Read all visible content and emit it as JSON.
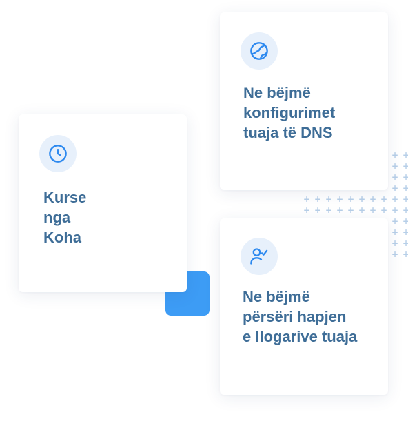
{
  "colors": {
    "accent": "#3d9cf5",
    "title": "#3e6d97",
    "icon": "#2d89ef",
    "icon_bg": "#e7f0fb",
    "dots": "#b7cfe8"
  },
  "cards": [
    {
      "id": "course-time",
      "icon": "clock-icon",
      "title_lines": [
        "Kurse",
        "nga",
        "Koha"
      ]
    },
    {
      "id": "dns-config",
      "icon": "globe-icon",
      "title_lines": [
        "Ne bëjmë",
        "konfigurimet",
        "tuaja të DNS"
      ]
    },
    {
      "id": "account-reopen",
      "icon": "user-check-icon",
      "title_lines": [
        "Ne bëjmë",
        "përsëri hapjen",
        "e llogarive tuaja"
      ]
    }
  ]
}
